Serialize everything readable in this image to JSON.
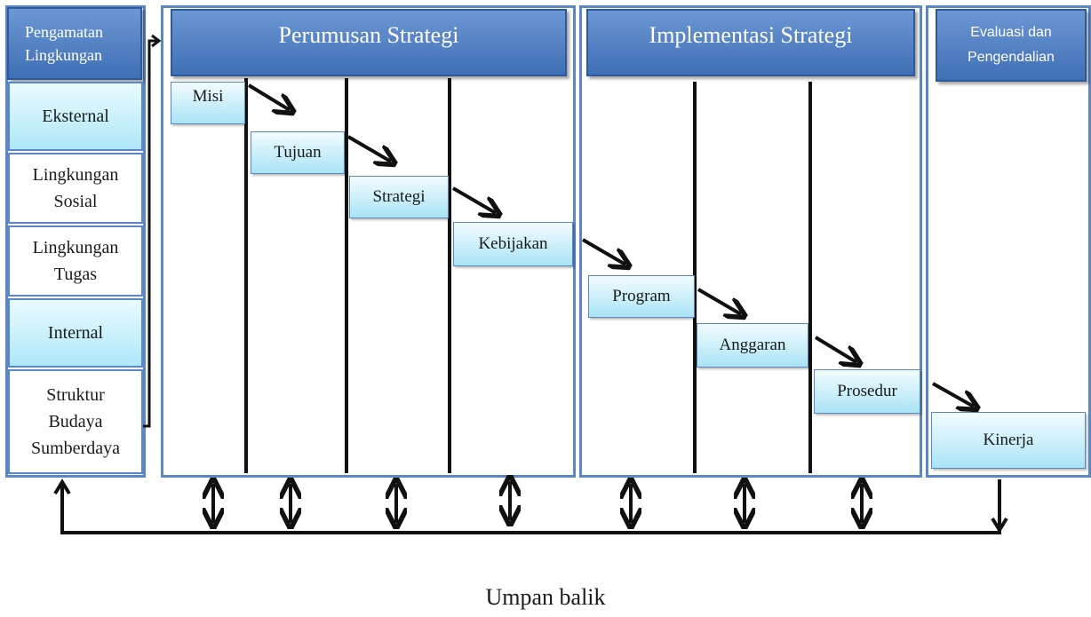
{
  "environment": {
    "header": "Pengamatan\nLingkungan",
    "items": [
      {
        "label": "Eksternal",
        "style": "light"
      },
      {
        "label": "Lingkungan\nSosial",
        "style": "white"
      },
      {
        "label": "Lingkungan\nTugas",
        "style": "white"
      },
      {
        "label": "Internal",
        "style": "light"
      },
      {
        "label": "Struktur\nBudaya\nSumberdaya",
        "style": "white"
      }
    ]
  },
  "formulation": {
    "header": "Perumusan Strategi",
    "steps": [
      "Misi",
      "Tujuan",
      "Strategi",
      "Kebijakan"
    ]
  },
  "implementation": {
    "header": "Implementasi Strategi",
    "steps": [
      "Program",
      "Anggaran",
      "Prosedur"
    ]
  },
  "evaluation": {
    "header": "Evaluasi dan\nPengendalian",
    "step": "Kinerja"
  },
  "feedback_label": "Umpan balik",
  "colors": {
    "header_blue": "#4f7fc2",
    "border_blue": "#5b87c6",
    "box_cyan": "#aee8f8",
    "arrow": "#111111"
  }
}
